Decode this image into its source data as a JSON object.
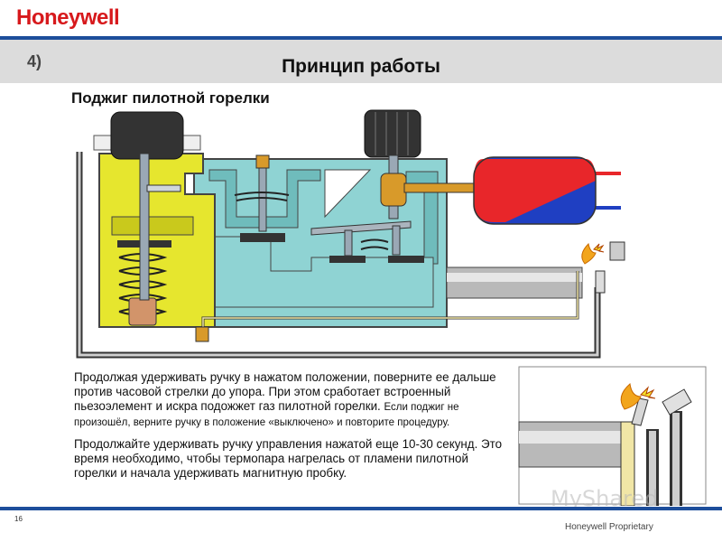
{
  "header": {
    "logo": "Honeywell",
    "step": "4)",
    "title": "Принцип работы"
  },
  "subtitle": "Поджиг пилотной горелки",
  "body": {
    "p1_main": "Продолжая удерживать ручку в нажатом положении, поверните ее дальше против часовой стрелки до упора. При этом сработает встроенный пьезоэлемент и искра подожжет газ пилотной горелки.",
    "p1_small": "Если поджиг не произошёл, верните ручку в положение «выключено» и повторите процедуру.",
    "p2": "Продолжайте удерживать ручку управления нажатой еще 10-30 секунд. Это время необходимо, чтобы термопара нагрелась от пламени пилотной горелки и начала удерживать магнитную пробку."
  },
  "footer": {
    "page": "16",
    "proprietary": "Honeywell Proprietary",
    "watermark": "MyShared"
  },
  "colors": {
    "brand_red": "#d7191c",
    "brand_blue": "#1d4e9b",
    "gas_chamber": "#8fd3d3",
    "magnet_chamber": "#e6e62e",
    "thermo_hot": "#e8262a",
    "thermo_cold": "#1f3fc2"
  },
  "icons": [
    "control-knob-icon",
    "reset-knob-icon",
    "flame-icon",
    "spark-icon",
    "thermocouple-icon",
    "magnet-coil-icon"
  ]
}
